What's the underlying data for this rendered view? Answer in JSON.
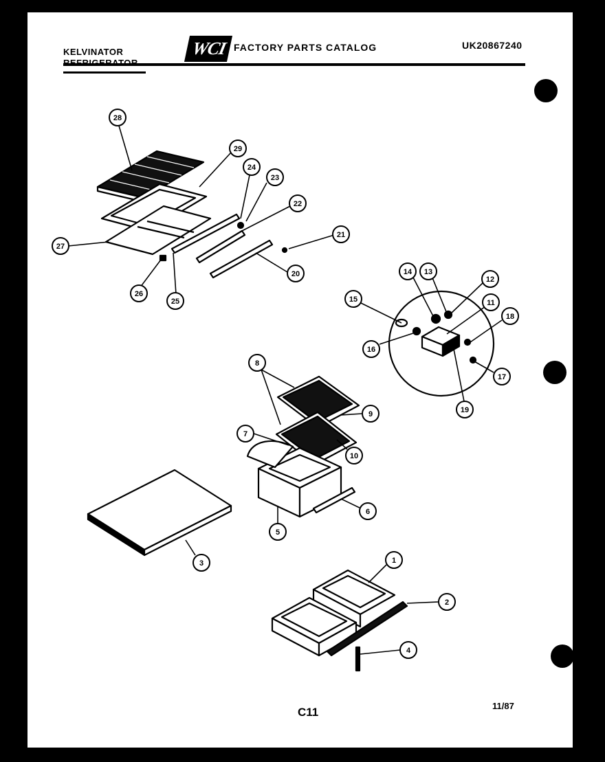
{
  "header": {
    "brand_line1": "KELVINATOR",
    "brand_line2": "REFRIGERATOR",
    "logo_text": "WCI",
    "catalog_title": "FACTORY PARTS CATALOG",
    "model_number": "UK20867240"
  },
  "footer": {
    "page_code": "C11",
    "date": "11/87"
  },
  "callouts": {
    "c28": "28",
    "c29": "29",
    "c24": "24",
    "c23": "23",
    "c22": "22",
    "c21": "21",
    "c27": "27",
    "c20": "20",
    "c26": "26",
    "c25": "25",
    "c15": "15",
    "c14": "14",
    "c13": "13",
    "c12": "12",
    "c11": "11",
    "c18": "18",
    "c16": "16",
    "c17": "17",
    "c19": "19",
    "c8": "8",
    "c9": "9",
    "c7": "7",
    "c10": "10",
    "c6": "6",
    "c5": "5",
    "c3": "3",
    "c1": "1",
    "c2": "2",
    "c4": "4"
  }
}
